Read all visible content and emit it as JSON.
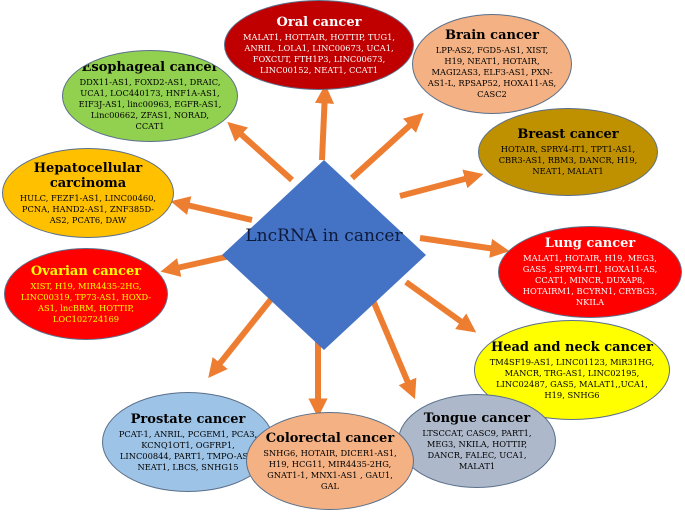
{
  "center": {
    "label": "LncRNA in cancer"
  },
  "cancers": [
    {
      "id": "oral",
      "title": "Oral cancer",
      "genes": "MALAT1, HOTTAIR, HOTTIP, TUG1, ANRIL, LOLA1, LINC00673, UCA1, FOXCUT, FTH1P3, LINC00673, LINC00152, NEAT1, CCAT1",
      "fill": "#c00000",
      "title_color": "#ffffff",
      "text_color": "#ffffff"
    },
    {
      "id": "brain",
      "title": "Brain cancer",
      "genes": "LPP-AS2, FGD5-AS1, XIST, H19, NEAT1, HOTAIR, MAGI2AS3, ELF3-AS1, PXN-AS1-L, RPSAP52, HOXA11-AS, CASC2",
      "fill": "#f4b183",
      "title_color": "#000000",
      "text_color": "#000000"
    },
    {
      "id": "esophageal",
      "title": "Esophageal cancer",
      "genes": "DDX11-AS1, FOXD2-AS1, DRAIC, UCA1, LOC440173, HNF1A-AS1, EIF3J-AS1, linc00963, EGFR-AS1, Linc00662, ZFAS1, NORAD, CCAT1",
      "fill": "#92d050",
      "title_color": "#000000",
      "text_color": "#000000"
    },
    {
      "id": "breast",
      "title": "Breast cancer",
      "genes": "HOTAIR, SPRY4-IT1, TPT1-AS1, CBR3-AS1, RBM3, DANCR, H19, NEAT1, MALAT1",
      "fill": "#bf9000",
      "title_color": "#000000",
      "text_color": "#000000"
    },
    {
      "id": "hepatocellular",
      "title": "Hepatocellular carcinoma",
      "genes": "HULC, FEZF1-AS1, LINC00460, PCNA, HAND2-AS1, ZNF385D-AS2, PCAT6, DAW",
      "fill": "#ffc000",
      "title_color": "#000000",
      "text_color": "#000000"
    },
    {
      "id": "lung",
      "title": "Lung cancer",
      "genes": "MALAT1, HOTAIR, H19, MEG3, GAS5 , SPRY4-IT1, HOXA11-AS, CCAT1, MINCR, DUXAP8, HOTAIRM1, BCYRN1, CRYBG3, NKILA",
      "fill": "#ff0000",
      "title_color": "#ffffff",
      "text_color": "#ffffff"
    },
    {
      "id": "ovarian",
      "title": "Ovarian cancer",
      "genes": "XIST, H19, MIR4435-2HG, LINC00319, TP73-AS1, HOXD-AS1, lncBRM, HOTTIP, LOC102724169",
      "fill": "#ff0000",
      "title_color": "#ffff00",
      "text_color": "#ffff00"
    },
    {
      "id": "head-neck",
      "title": "Head and neck cancer",
      "genes": "TM4SF19-AS1, LINC01123, MiR31HG, MANCR, TRG-AS1, LINC02195, LINC02487, GAS5, MALAT1,,UCA1, H19, SNHG6",
      "fill": "#ffff00",
      "title_color": "#000000",
      "text_color": "#000000"
    },
    {
      "id": "prostate",
      "title": "Prostate cancer",
      "genes": "PCAT-1, ANRIL, PCGEM1, PCA3, KCNQ1OT1, OGFRP1, LINC00844, PART1, TMPO-AS1, NEAT1, LBCS, SNHG15",
      "fill": "#9dc3e6",
      "title_color": "#000000",
      "text_color": "#000000"
    },
    {
      "id": "tongue",
      "title": "Tongue cancer",
      "genes": "LTSCCAT, CASC9, PART1, MEG3, NKILA, HOTTIP, DANCR, FALEC, UCA1, MALAT1",
      "fill": "#adb9ca",
      "title_color": "#000000",
      "text_color": "#000000"
    },
    {
      "id": "colorectal",
      "title": "Colorectal cancer",
      "genes": "SNHG6, HOTAIR, DICER1-AS1, H19, HCG11, MIR4435-2HG, GNAT1-1, MNX1-AS1 , GAU1, GAL",
      "fill": "#f4b183",
      "title_color": "#000000",
      "text_color": "#000000"
    }
  ],
  "colors": {
    "diamond": "#4472c4",
    "arrow": "#ed7d31",
    "ellipse_border": "#5a6f8a"
  }
}
